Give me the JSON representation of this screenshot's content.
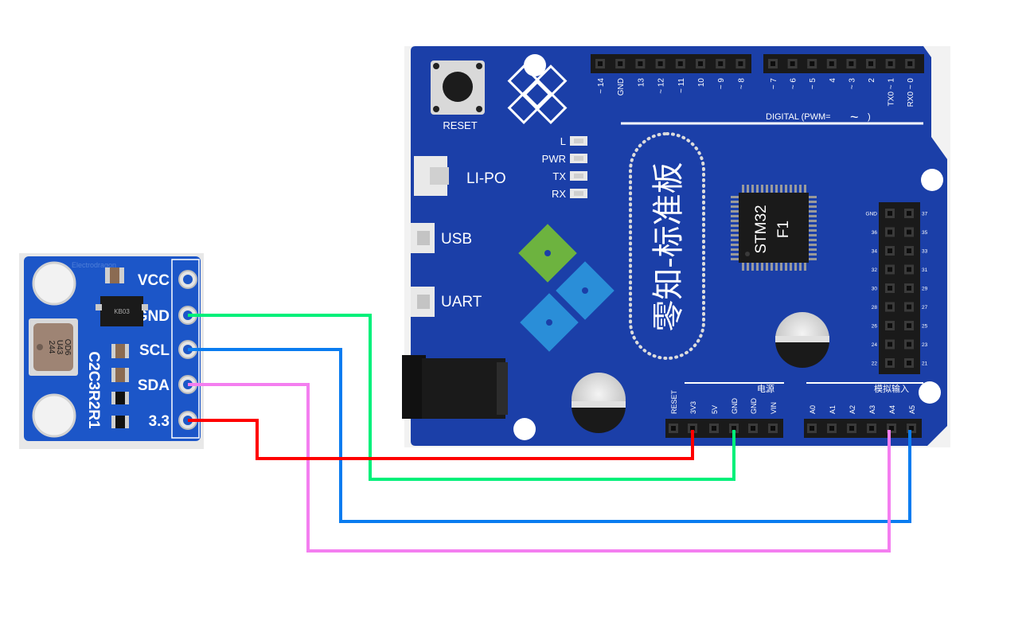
{
  "sensor_module": {
    "pin_labels": [
      "VCC",
      "GND",
      "SCL",
      "SDA",
      "3.3"
    ],
    "silkscreen": "C2C3R2R1",
    "chip_text": [
      "244",
      "U43",
      "OD6"
    ],
    "regulator_text": "KB03",
    "watermark": "Electrodragon"
  },
  "board": {
    "title": "零知-标准板",
    "mcu_label_line1": "STM32",
    "mcu_label_line2": "F1",
    "reset_label": "RESET",
    "leds": [
      "L",
      "PWR",
      "TX",
      "RX"
    ],
    "connectors": [
      "LI-PO",
      "USB",
      "UART"
    ],
    "digital_label": "DIGITAL (PWM=",
    "digital_tilde": "~",
    "digital_paren": ")",
    "digital_pins": [
      "~ 14",
      "GND",
      "13",
      "~ 12",
      "~ 11",
      "10",
      "~ 9",
      "~ 8",
      "~ 7",
      "~ 6",
      "~ 5",
      "4",
      "~ 3",
      "2",
      "TX0 ~ 1",
      "RX0 ~ 0"
    ],
    "power_header_label": "电源",
    "power_pins": [
      "RESET",
      "3V3",
      "5V",
      "GND",
      "GND",
      "VIN"
    ],
    "analog_header_label": "模拟输入",
    "analog_pins": [
      "A0",
      "A1",
      "A2",
      "A3",
      "A4",
      "A5"
    ],
    "ext_left_labels": [
      "GND",
      "36",
      "34",
      "32",
      "30",
      "28",
      "26",
      "24",
      "22"
    ],
    "ext_right_labels": [
      "37",
      "35",
      "33",
      "31",
      "29",
      "27",
      "25",
      "23",
      "21"
    ]
  },
  "wires": [
    {
      "from": "GND",
      "to": "GND",
      "color": "#00f07a"
    },
    {
      "from": "SCL",
      "to": "A5",
      "color": "#0a7cf0"
    },
    {
      "from": "SDA",
      "to": "A4",
      "color": "#f47ef0"
    },
    {
      "from": "3.3",
      "to": "3V3",
      "color": "#ff0000"
    }
  ],
  "colors": {
    "board_blue": "#1b3fa8",
    "module_blue": "#1c56c8",
    "header_black": "#1a1a1a"
  }
}
